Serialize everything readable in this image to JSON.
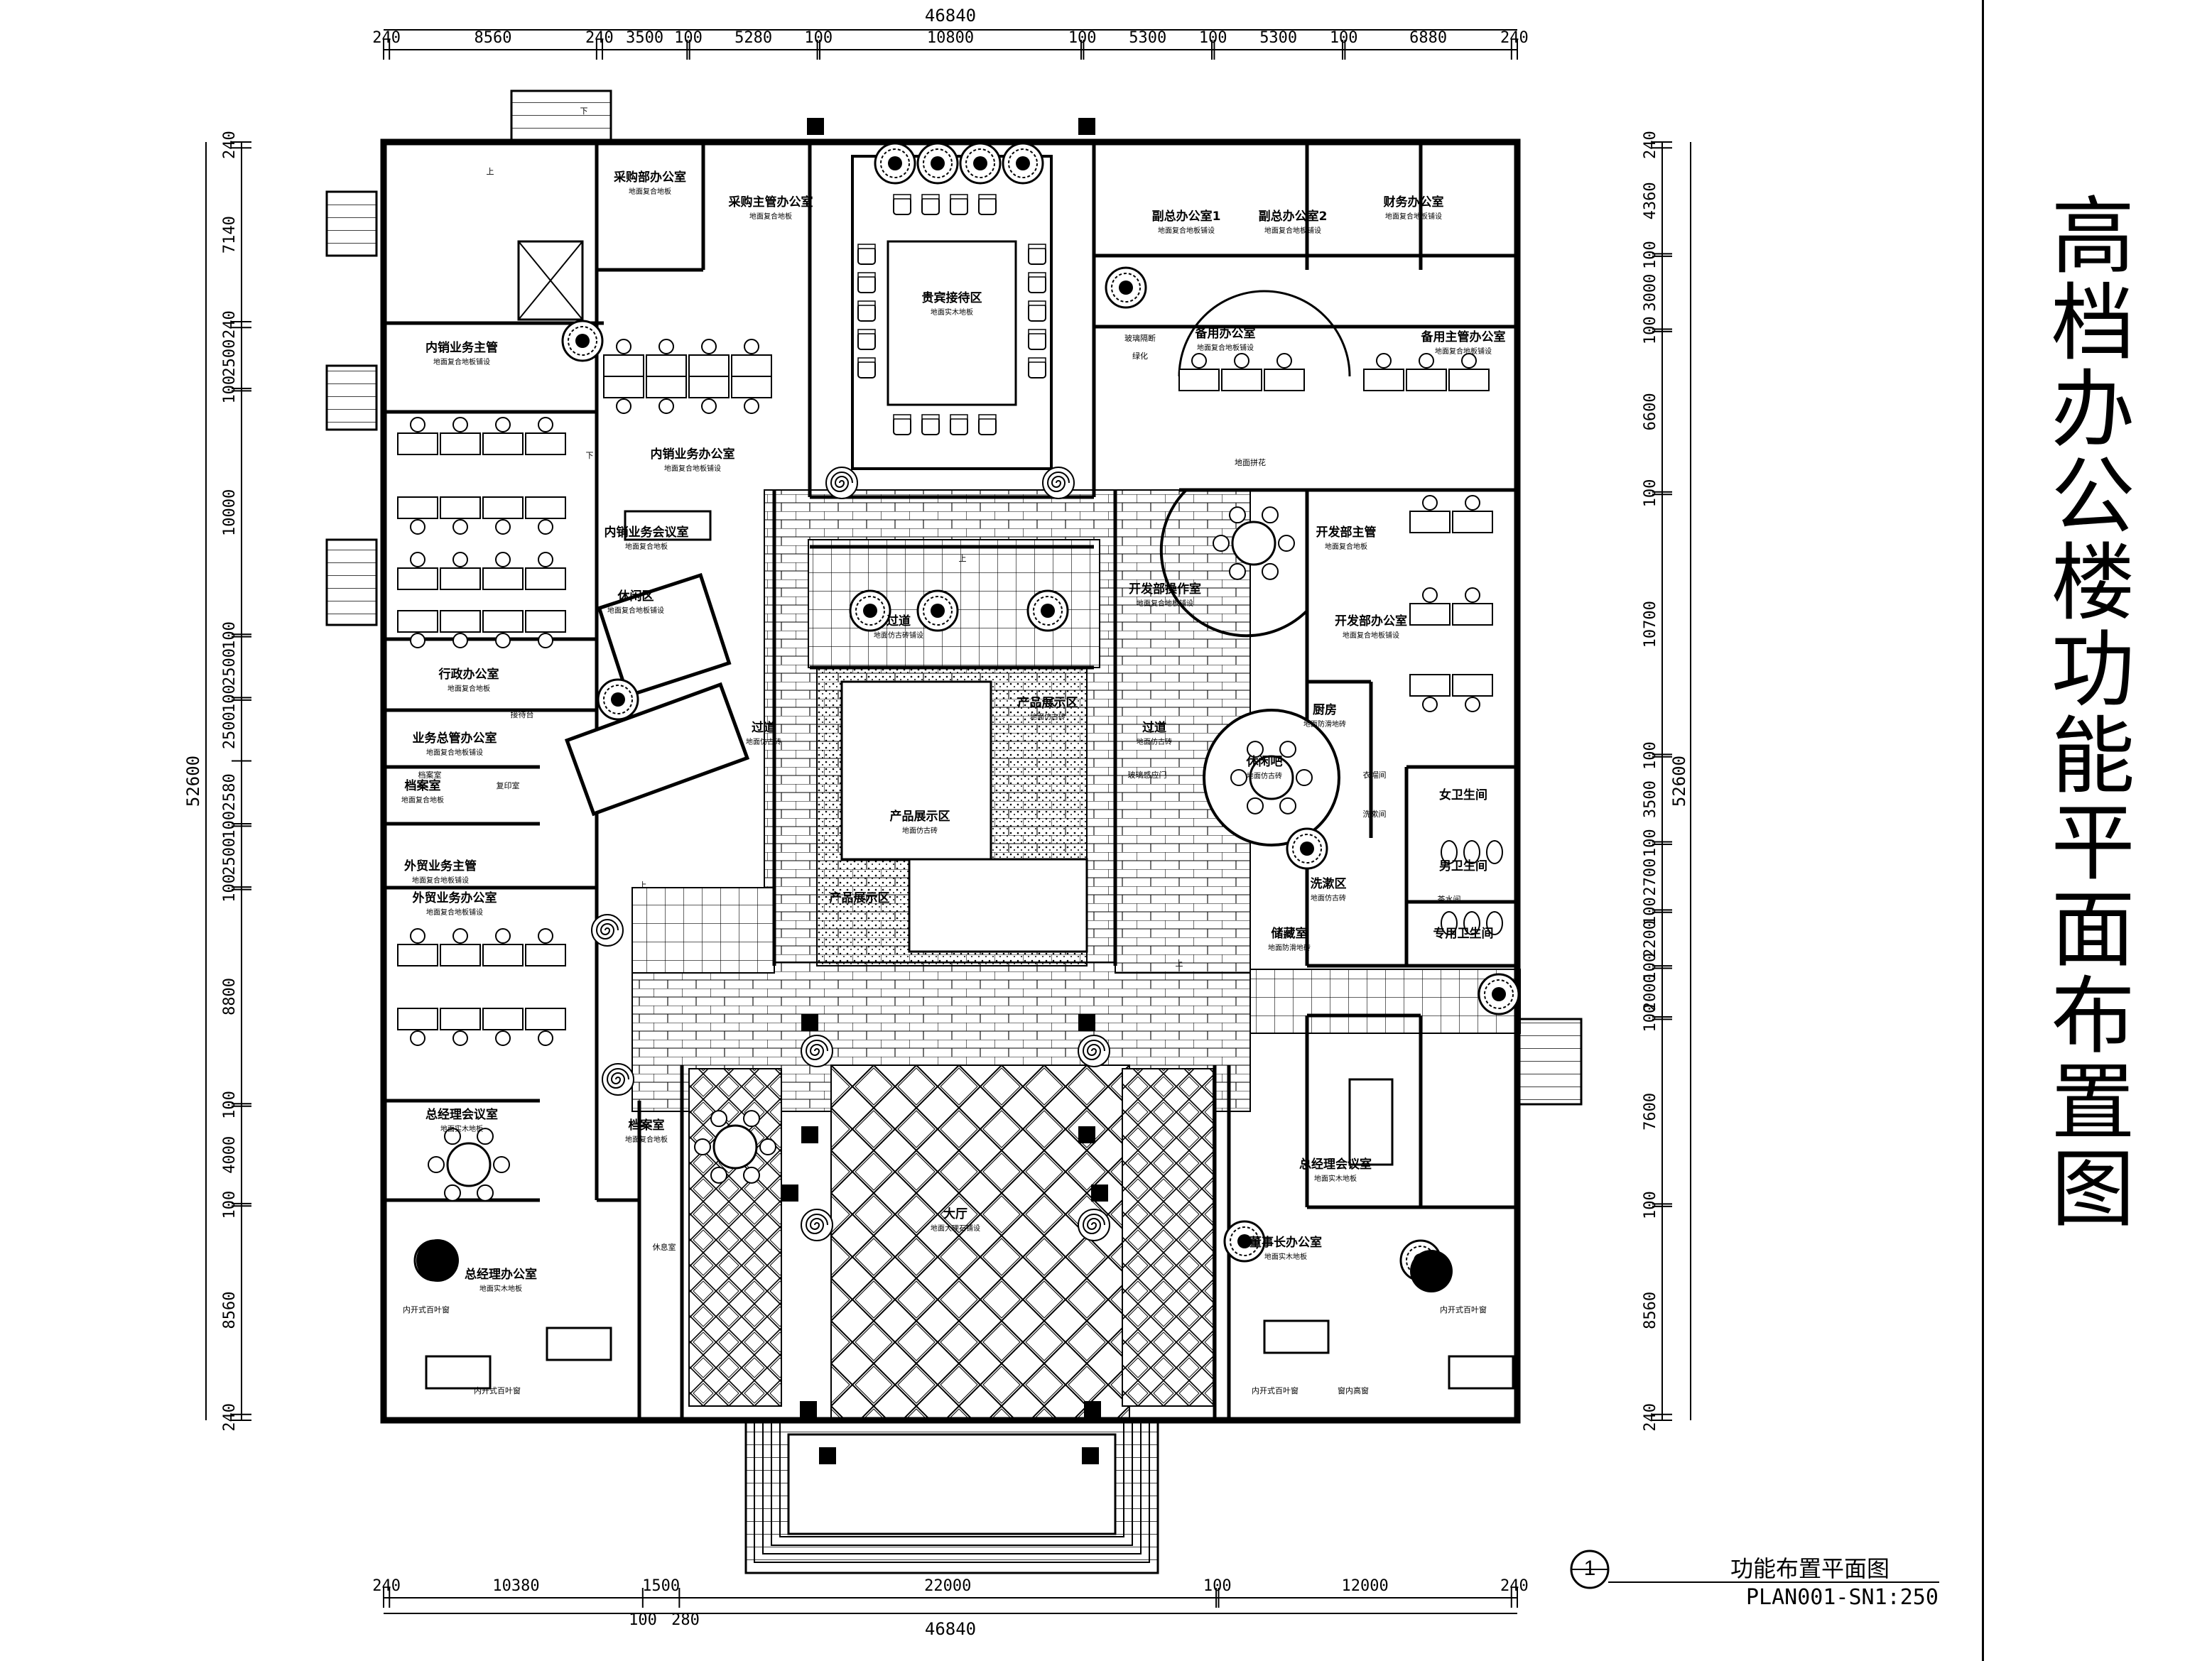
{
  "title": "高档办公楼功能平面布置图",
  "caption": {
    "number": "1",
    "title": "功能布置平面图",
    "code": "PLAN001-SN1:250"
  },
  "dims": {
    "top_total": "46840",
    "top": [
      "240",
      "8560",
      "240",
      "3500",
      "100",
      "5280",
      "100",
      "10800",
      "100",
      "5300",
      "100",
      "5300",
      "100",
      "6880",
      "240"
    ],
    "bottom_total": "46840",
    "bottom": [
      "240",
      "10380",
      "1500",
      "22000",
      "100",
      "12000",
      "240"
    ],
    "bottom_sub": [
      "100",
      "280"
    ],
    "left_total": "52600",
    "left": [
      "240",
      "7140",
      "240",
      "2500",
      "100",
      "10000",
      "100",
      "2500",
      "100",
      "2500",
      "2580",
      "100",
      "2500",
      "100",
      "8800",
      "100",
      "4000",
      "100",
      "8560",
      "240"
    ],
    "right_total": "52600",
    "right": [
      "240",
      "4360",
      "100",
      "3000",
      "100",
      "6600",
      "100",
      "10700",
      "100",
      "3500",
      "100",
      "2700",
      "100",
      "2200",
      "100",
      "2000",
      "100",
      "7600",
      "100",
      "8560",
      "240"
    ]
  },
  "rooms": [
    {
      "name": "采购部办公室",
      "sub": "地面复合地板"
    },
    {
      "name": "采购主管办公室",
      "sub": "地面复合地板"
    },
    {
      "name": "贵宾接待区",
      "sub": "地面实木地板"
    },
    {
      "name": "副总办公室1",
      "sub": "地面复合地板铺设"
    },
    {
      "name": "副总办公室2",
      "sub": "地面复合地板铺设"
    },
    {
      "name": "财务办公室",
      "sub": "地面复合地板铺设"
    },
    {
      "name": "内销业务主管",
      "sub": "地面复合地板铺设"
    },
    {
      "name": "内销业务办公室",
      "sub": "地面复合地板铺设"
    },
    {
      "name": "备用办公室",
      "sub": "地面复合地板铺设"
    },
    {
      "name": "备用主管办公室",
      "sub": "地面复合地板铺设"
    },
    {
      "name": "内销业务会议室",
      "sub": "地面复合地板"
    },
    {
      "name": "休闲区",
      "sub": "地面复合地板铺设"
    },
    {
      "name": "过道",
      "sub": "地面仿古砖铺设"
    },
    {
      "name": "开发部操作室",
      "sub": "地面复合地板铺设"
    },
    {
      "name": "开发部办公室",
      "sub": "地面复合地板铺设"
    },
    {
      "name": "开发部主管",
      "sub": "地面复合地板"
    },
    {
      "name": "行政办公室",
      "sub": "地面复合地板"
    },
    {
      "name": "业务总管办公室",
      "sub": "地面复合地板铺设"
    },
    {
      "name": "产品展示区",
      "sub": "地面仿古砖"
    },
    {
      "name": "过道",
      "sub": "地面仿古砖"
    },
    {
      "name": "过道",
      "sub": "地面仿古砖"
    },
    {
      "name": "厨房",
      "sub": "地面防滑地砖"
    },
    {
      "name": "休闲吧",
      "sub": "地面仿古砖"
    },
    {
      "name": "档案室",
      "sub": "地面复合地板"
    },
    {
      "name": "外贸业务主管",
      "sub": "地面复合地板铺设"
    },
    {
      "name": "外贸业务办公室",
      "sub": "地面复合地板铺设"
    },
    {
      "name": "产品展示区",
      "sub": "地面仿古砖"
    },
    {
      "name": "产品展示区",
      "sub": ""
    },
    {
      "name": "洗漱区",
      "sub": "地面仿古砖"
    },
    {
      "name": "女卫生间",
      "sub": ""
    },
    {
      "name": "男卫生间",
      "sub": ""
    },
    {
      "name": "专用卫生间",
      "sub": ""
    },
    {
      "name": "储藏室",
      "sub": "地面防滑地砖"
    },
    {
      "name": "总经理会议室",
      "sub": "地面实木地板"
    },
    {
      "name": "档案室",
      "sub": "地面复合地板"
    },
    {
      "name": "大厅",
      "sub": "地面大理石铺设"
    },
    {
      "name": "总经理会议室",
      "sub": "地面实木地板"
    },
    {
      "name": "总经理办公室",
      "sub": "地面实木地板"
    },
    {
      "name": "董事长办公室",
      "sub": "地面实木地板"
    }
  ],
  "notes": {
    "blinds": "内开式百叶窗",
    "glass": "玻璃隔断",
    "green": "绿化",
    "glass_door": "玻璃感应门",
    "archive": "档案室",
    "copy": "复印室",
    "reception": "接待台",
    "lounge": "休息室",
    "coat": "衣帽间",
    "wash": "洗漱间",
    "tea": "茶水间",
    "down": "下",
    "up": "上",
    "floor_mat": "地面拼花",
    "window": "窗内高窗"
  },
  "colors": {
    "line": "#000000",
    "paper": "#ffffff",
    "hatch": "#444444"
  }
}
